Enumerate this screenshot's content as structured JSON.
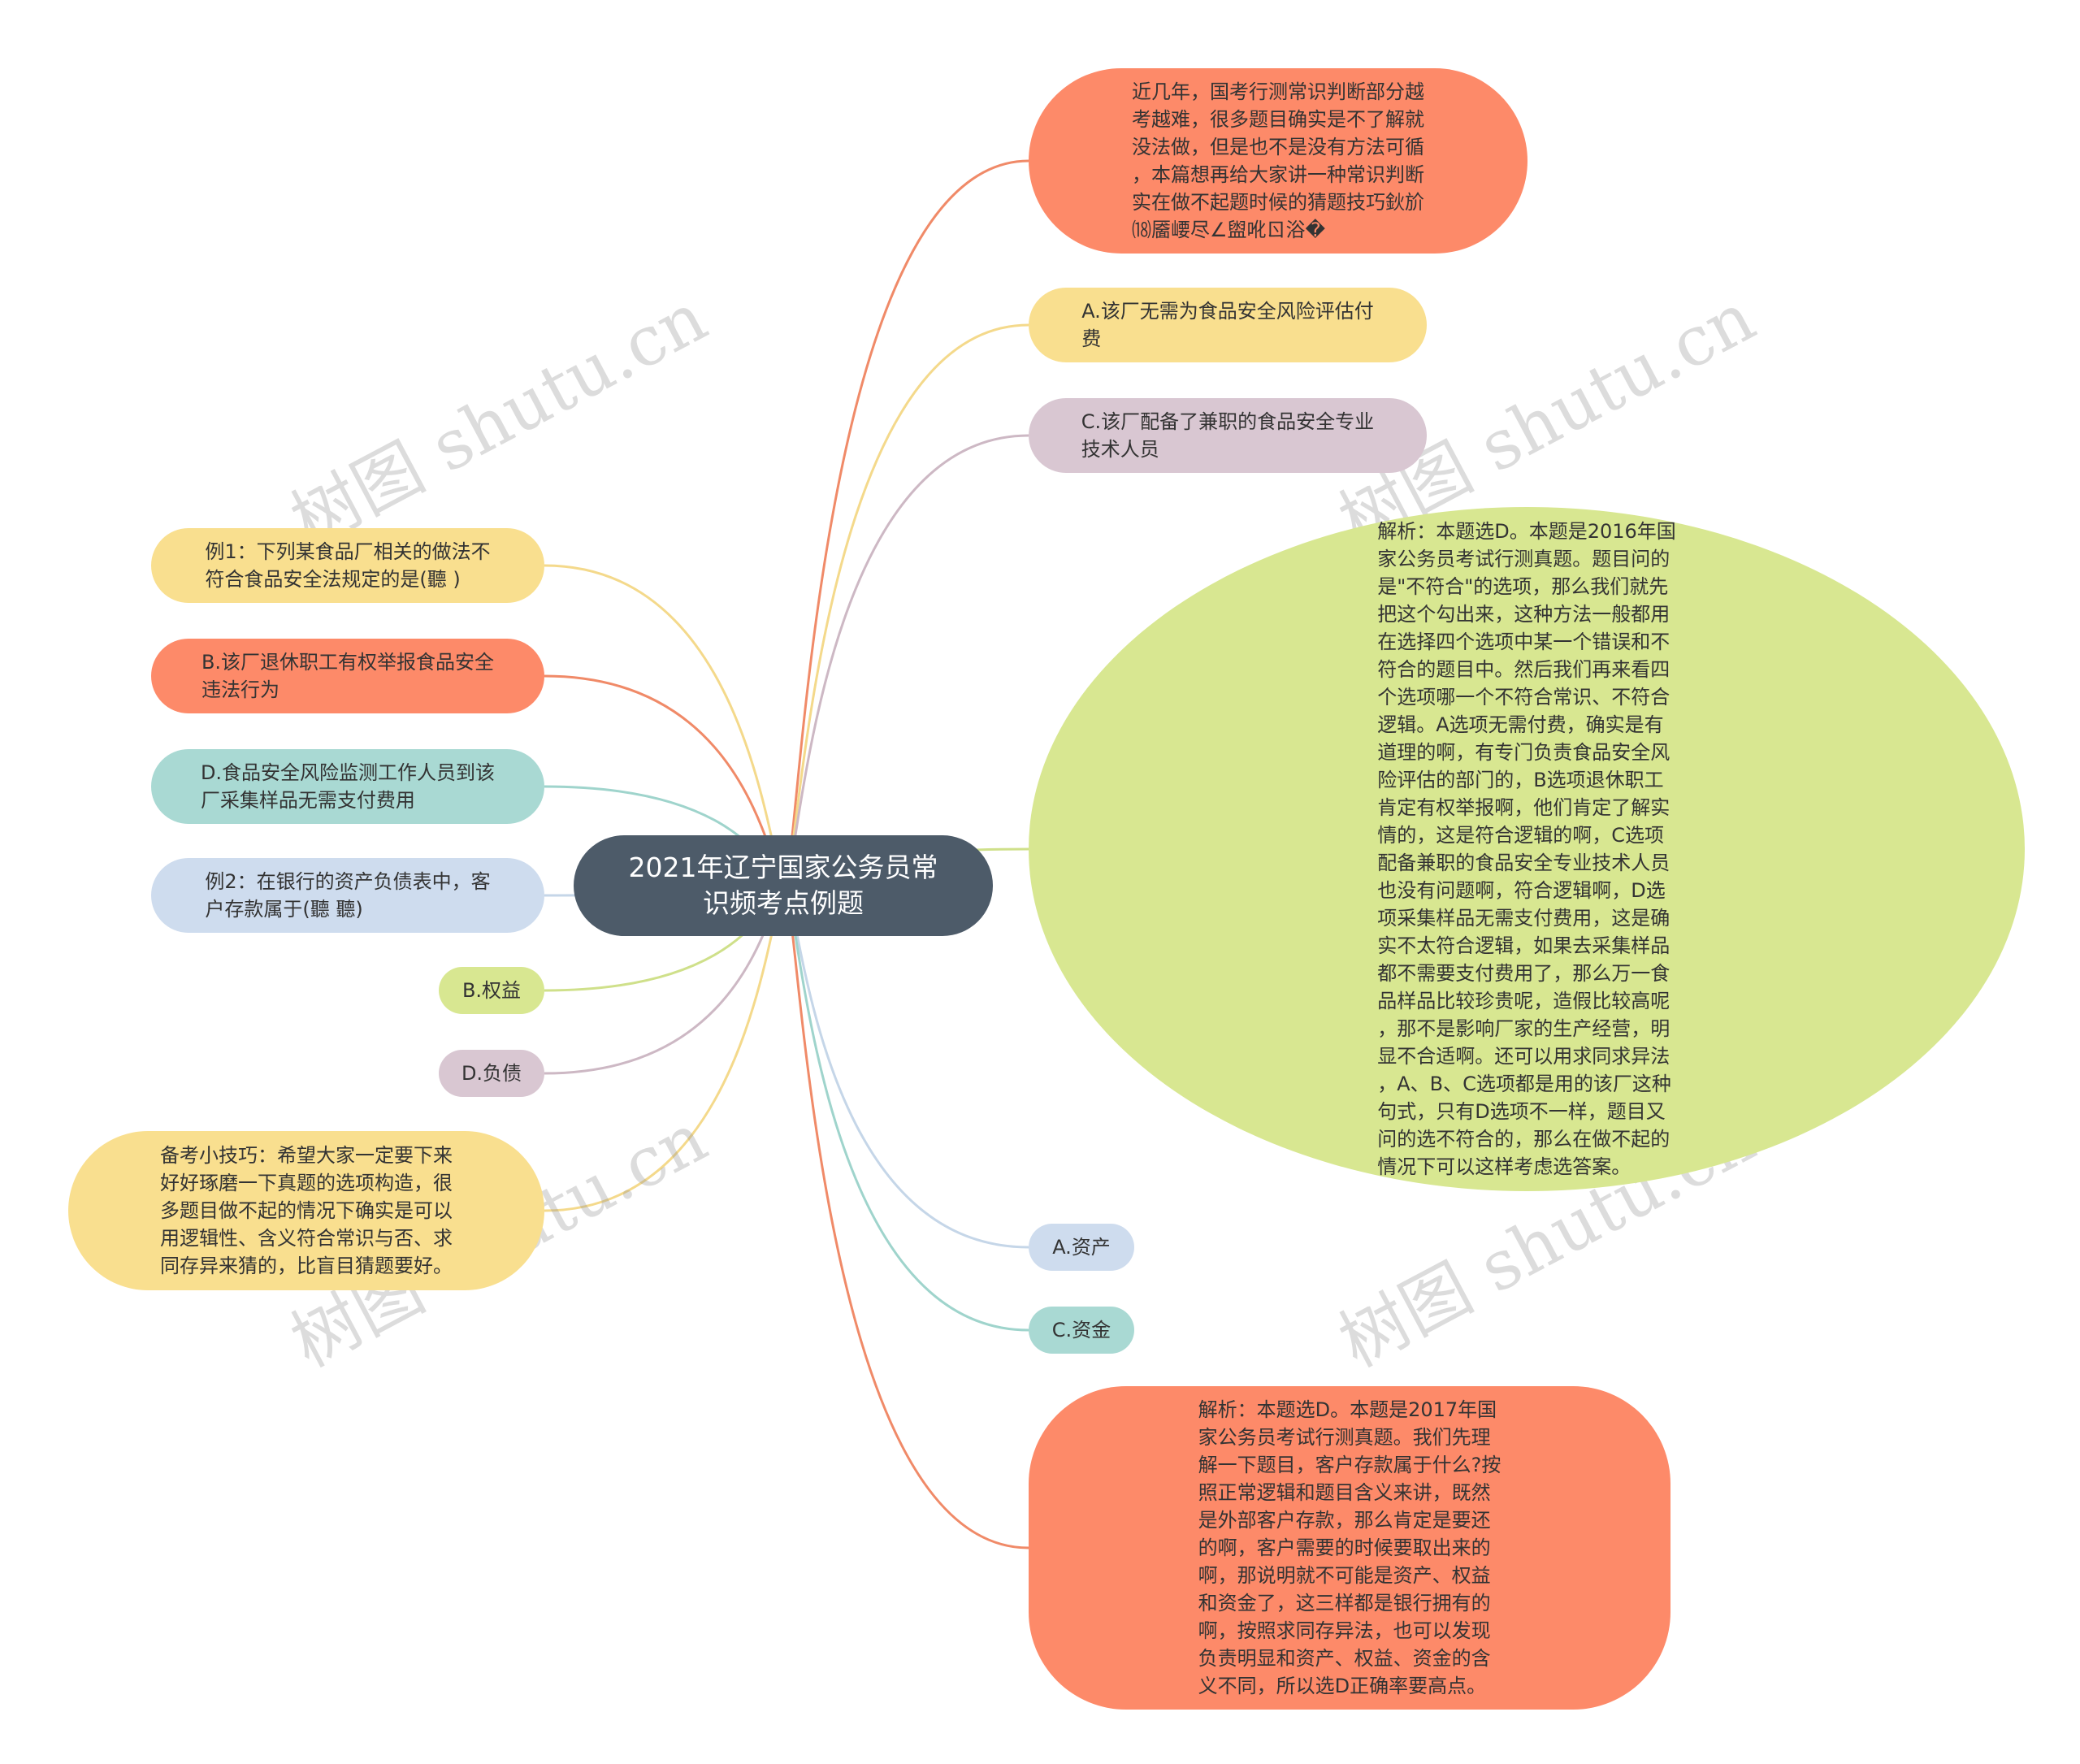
{
  "colors": {
    "center": "#4d5b69",
    "orange": "#fd8a69",
    "yellow": "#f9df8f",
    "mauve": "#d9c7d2",
    "teal": "#a9d9d3",
    "blue": "#cedcee",
    "green": "#d8e791",
    "line_orange": "#f08a68",
    "line_yellow": "#f4d98b",
    "line_mauve": "#cdb8c4",
    "line_teal": "#9fd4cc",
    "line_blue": "#c5d6e8",
    "line_green": "#cfe08a"
  },
  "center": {
    "text": "2021年辽宁国家公务员常\n识频考点例题"
  },
  "nodes": {
    "intro": "近几年，国考行测常识判断部分越\n考越难，很多题目确实是不了解就\n没法做，但是也不是没有方法可循\n，本篇想再给大家讲一种常识判断\n实在做不起题时候的猜题技巧鈥斺\n⒅靥崾尽∠盥吪ㄖ浴�",
    "option_a1": "A.该厂无需为食品安全风险评估付\n费",
    "option_c1": "C.该厂配备了兼职的食品安全专业\n技术人员",
    "analysis1": "解析：本题选D。本题是2016年国\n家公务员考试行测真题。题目问的\n是\"不符合\"的选项，那么我们就先\n把这个勾出来，这种方法一般都用\n在选择四个选项中某一个错误和不\n符合的题目中。然后我们再来看四\n个选项哪一个不符合常识、不符合\n逻辑。A选项无需付费，确实是有\n道理的啊，有专门负责食品安全风\n险评估的部门的，B选项退休职工\n肯定有权举报啊，他们肯定了解实\n情的，这是符合逻辑的啊，C选项\n配备兼职的食品安全专业技术人员\n也没有问题啊，符合逻辑啊，D选\n项采集样品无需支付费用，这是确\n实不太符合逻辑，如果去采集样品\n都不需要支付费用了，那么万一食\n品样品比较珍贵呢，造假比较高呢\n，那不是影响厂家的生产经营，明\n显不合适啊。还可以用求同求异法\n，A、B、C选项都是用的该厂这种\n句式，只有D选项不一样，题目又\n问的选不符合的，那么在做不起的\n情况下可以这样考虑选答案。",
    "option_a2": "A.资产",
    "option_c2": "C.资金",
    "analysis2": "解析：本题选D。本题是2017年国\n家公务员考试行测真题。我们先理\n解一下题目，客户存款属于什么?按\n照正常逻辑和题目含义来讲，既然\n是外部客户存款，那么肯定是要还\n的啊，客户需要的时候要取出来的\n啊，那说明就不可能是资产、权益\n和资金了，这三样都是银行拥有的\n啊，按照求同存异法，也可以发现\n负责明显和资产、权益、资金的含\n义不同，所以选D正确率要高点。",
    "example1": "例1：下列某食品厂相关的做法不\n符合食品安全法规定的是(聽 )",
    "option_b1": "B.该厂退休职工有权举报食品安全\n违法行为",
    "option_d1": "D.食品安全风险监测工作人员到该\n厂采集样品无需支付费用",
    "example2": "例2：在银行的资产负债表中，客\n户存款属于(聽 聽)",
    "option_b2": "B.权益",
    "option_d2": "D.负债",
    "tip": "备考小技巧：希望大家一定要下来\n好好琢磨一下真题的选项构造，很\n多题目做不起的情况下确实是可以\n用逻辑性、含义符合常识与否、求\n同存异来猜的，比盲目猜题要好。"
  },
  "watermark": "树图 shutu.cn"
}
